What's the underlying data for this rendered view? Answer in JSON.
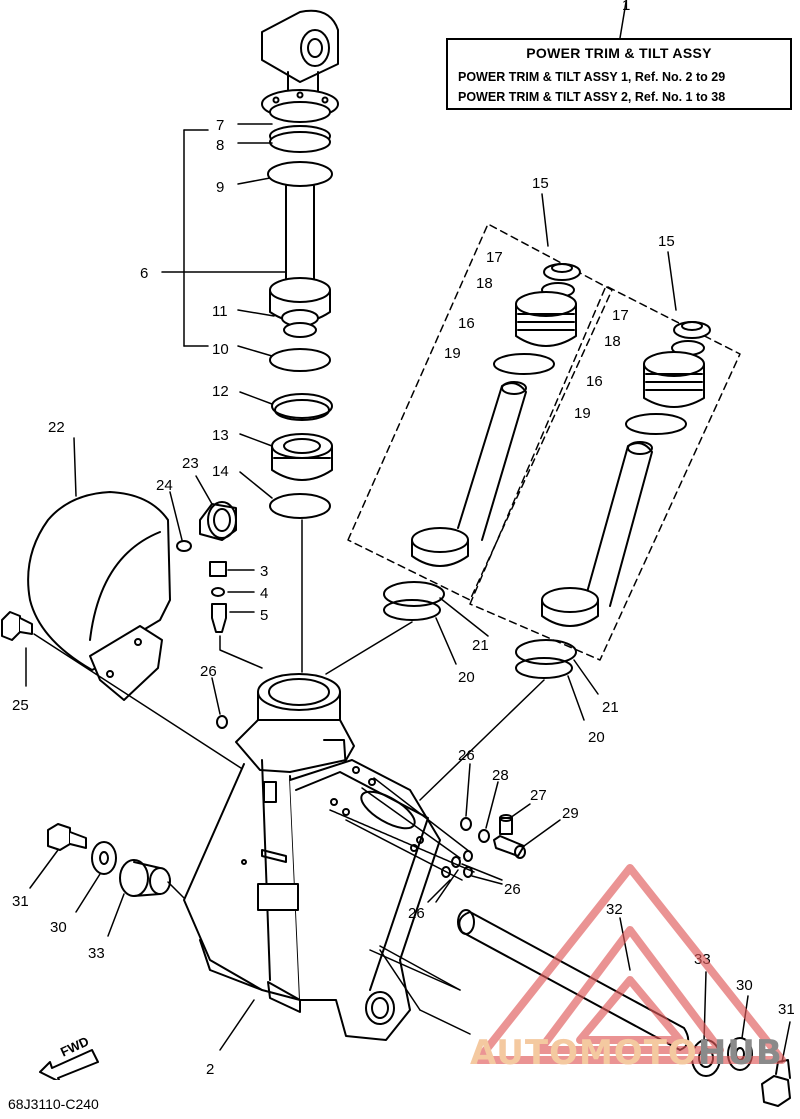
{
  "title_box": {
    "heading": "POWER TRIM & TILT ASSY",
    "line1": "POWER TRIM & TILT ASSY 1,  Ref. No. 2 to 29",
    "line2": "POWER TRIM & TILT ASSY 2,  Ref. No. 1 to 38"
  },
  "top_ref": "1",
  "diagram_code": "68J3110-C240",
  "direction_label": "FWD",
  "watermark": {
    "part1": "AUTOMOTO",
    "part2": "HUB",
    "color_primary": "#e05a5a",
    "color_secondary": "#f4c9a0"
  },
  "callouts": {
    "c7": "7",
    "c8": "8",
    "c9": "9",
    "c6": "6",
    "c11": "11",
    "c10": "10",
    "c12": "12",
    "c13": "13",
    "c14": "14",
    "c22": "22",
    "c23": "23",
    "c24": "24",
    "c3": "3",
    "c4": "4",
    "c5": "5",
    "c25": "25",
    "c26a": "26",
    "c15a": "15",
    "c17a": "17",
    "c18a": "18",
    "c16a": "16",
    "c19a": "19",
    "c15b": "15",
    "c17b": "17",
    "c18b": "18",
    "c16b": "16",
    "c19b": "19",
    "c21a": "21",
    "c20a": "20",
    "c21b": "21",
    "c20b": "20",
    "c26b": "26",
    "c28": "28",
    "c27": "27",
    "c29": "29",
    "c26c": "26",
    "c26d": "26",
    "c31a": "31",
    "c30a": "30",
    "c33a": "33",
    "c32": "32",
    "c33b": "33",
    "c30b": "30",
    "c31b": "31",
    "c2": "2"
  }
}
